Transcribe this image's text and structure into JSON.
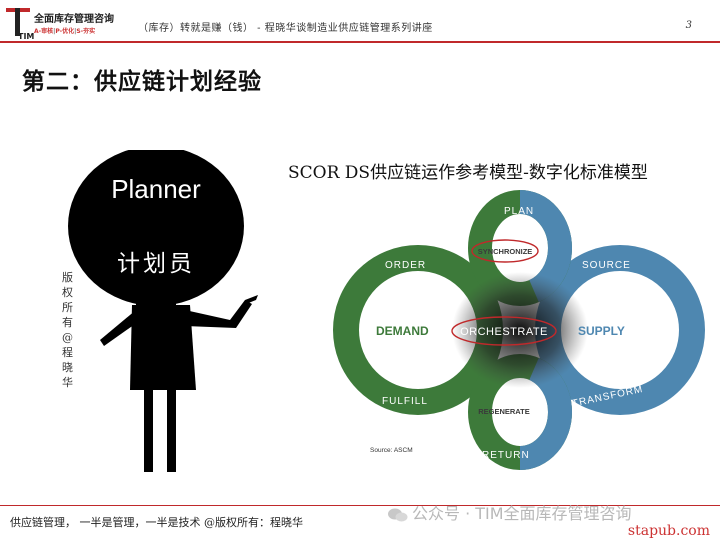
{
  "logo": {
    "name": "全面库存管理咨询",
    "letters": "TIM",
    "tag_a": "A-审核",
    "tag_p": "P-优化",
    "tag_s": "S-夯实",
    "sep": "|"
  },
  "header": {
    "title": "（库存）转就是赚（钱） - 程晓华谈制造业供应链管理系列讲座",
    "page_number": "3"
  },
  "slide": {
    "title": "第二：供应链计划经验"
  },
  "figure": {
    "label_en": "Planner",
    "label_zh": "计划员",
    "copyright_vertical": "版权所有@程晓华"
  },
  "diagram": {
    "title": "SCOR DS供应链运作参考模型-数字化标准模型",
    "plan": "PLAN",
    "synchronize": "SYNCHRONIZE",
    "order": "ORDER",
    "source": "SOURCE",
    "demand": "DEMAND",
    "orchestrate": "ORCHESTRATE",
    "supply": "SUPPLY",
    "fulfill": "FULFILL",
    "transform": "TRANSFORM",
    "regenerate": "REGENERATE",
    "return": "RETURN",
    "source_note": "Source: ASCM",
    "colors": {
      "green": "#3d7a3a",
      "blue": "#4e87b0",
      "highlight": "#c0292b"
    }
  },
  "footer": {
    "text": "供应链管理， 一半是管理，一半是技术   @版权所有：程晓华",
    "watermark": "公众号 · TIM全面库存管理咨询",
    "site": "stapub.com"
  }
}
